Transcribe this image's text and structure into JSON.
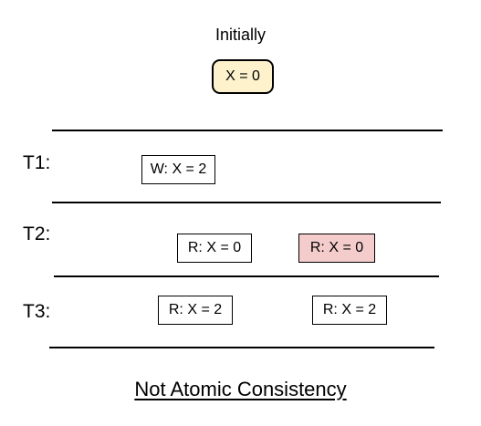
{
  "initial": {
    "label": "Initially",
    "value": "X = 0",
    "fill": "#fdf2cc"
  },
  "rows": [
    {
      "label": "T1:",
      "ops": [
        {
          "text": "W: X = 2",
          "fill": "#ffffff"
        }
      ]
    },
    {
      "label": "T2:",
      "ops": [
        {
          "text": "R: X = 0",
          "fill": "#ffffff"
        },
        {
          "text": "R: X = 0",
          "fill": "#f4cccc"
        }
      ]
    },
    {
      "label": "T3:",
      "ops": [
        {
          "text": "R: X = 2",
          "fill": "#ffffff"
        },
        {
          "text": "R: X = 2",
          "fill": "#ffffff"
        }
      ]
    }
  ],
  "footer": "Not Atomic Consistency"
}
